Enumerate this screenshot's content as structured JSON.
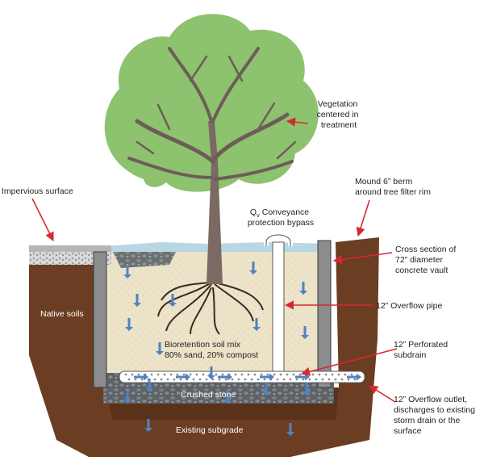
{
  "labels": {
    "vegetation": [
      "Vegetation",
      "centered in",
      "treatment"
    ],
    "impervious": "Impervious surface",
    "mound": [
      "Mound 6” berm",
      "around tree filter rim"
    ],
    "bypass_q": "Q",
    "bypass_sub": "v",
    "bypass_rest": " Conveyance",
    "bypass_line2": "protection bypass",
    "cross_section": [
      "Cross section of",
      "72” diameter",
      "concrete vault"
    ],
    "native_soils": "Native soils",
    "overflow_pipe": "12” Overflow pipe",
    "soil_mix": [
      "Bioretention soil mix",
      "80% sand, 20% compost"
    ],
    "perforated": [
      "12” Perforated",
      "subdrain"
    ],
    "crushed_stone": "Crushed stone",
    "overflow_outlet": [
      "12” Overflow outlet,",
      "discharges to existing",
      "storm drain or the",
      "surface"
    ],
    "existing_subgrade": "Existing subgrade"
  },
  "colors": {
    "soil": "#6b3d22",
    "soil_dark": "#3a200f",
    "mix": "#ece3c8",
    "water": "#b9d7e3",
    "concrete": "#8a8c8e",
    "stone": "#5c6266",
    "foliage": "#8dc26f",
    "trunk": "#7a6a63",
    "arrow_blue": "#4f82c4",
    "pointer_red": "#d7282f"
  },
  "icons": [
    "flow-arrow-icon",
    "pointer-arrow-icon",
    "tree-icon"
  ]
}
